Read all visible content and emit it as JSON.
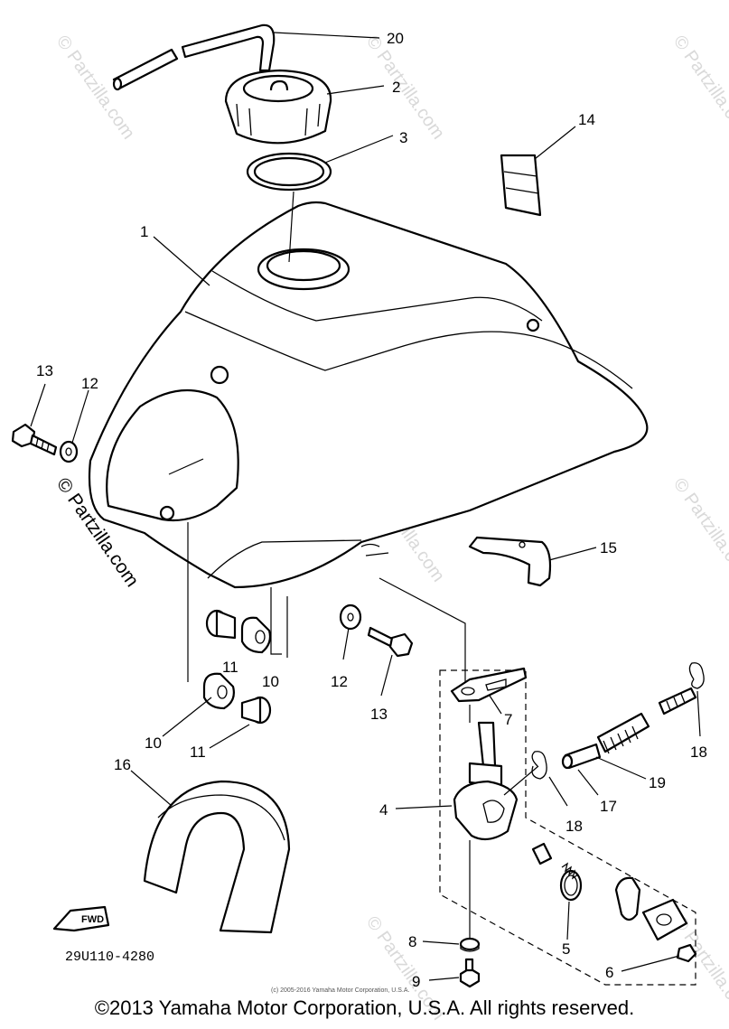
{
  "watermarks": {
    "site": "© Partzilla.com"
  },
  "callouts": {
    "c1": "1",
    "c2": "2",
    "c3": "3",
    "c4": "4",
    "c5": "5",
    "c6": "6",
    "c7": "7",
    "c8": "8",
    "c9": "9",
    "c10a": "10",
    "c10b": "10",
    "c11a": "11",
    "c11b": "11",
    "c12a": "12",
    "c12b": "12",
    "c13a": "13",
    "c13b": "13",
    "c14": "14",
    "c15": "15",
    "c16": "16",
    "c17": "17",
    "c18a": "18",
    "c18b": "18",
    "c19": "19",
    "c20": "20"
  },
  "diagram_code": "29U110-4280",
  "fwd_label": "FWD",
  "small_copyright": "(c) 2005-2016 Yamaha Motor Corporation, U.S.A.",
  "footer": "©2013 Yamaha Motor Corporation, U.S.A. All rights reserved."
}
